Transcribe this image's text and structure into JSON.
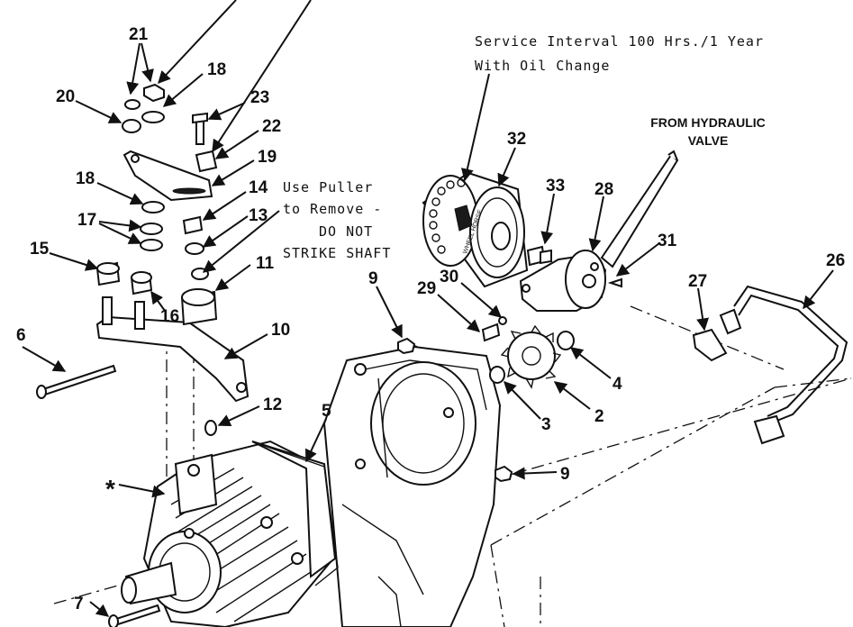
{
  "notes": {
    "service_line1": "Service Interval 100 Hrs./1 Year",
    "service_line2": "With Oil Change",
    "puller_line1": "Use Puller",
    "puller_line2": "to Remove -",
    "puller_line3": "DO NOT",
    "puller_line4": "STRIKE SHAFT",
    "from_line1": "FROM HYDRAULIC",
    "from_line2": "VALVE"
  },
  "filter_brand": "WHEEL HORSE",
  "callouts": {
    "c21": "21",
    "c18a": "18",
    "c20": "20",
    "c23": "23",
    "c22": "22",
    "c19": "19",
    "c18b": "18",
    "c14": "14",
    "c17": "17",
    "c13": "13",
    "c15": "15",
    "c11": "11",
    "c16": "16",
    "c10": "10",
    "c6": "6",
    "c12": "12",
    "c5": "5",
    "c9a": "9",
    "c9b": "9",
    "c7": "7",
    "c32": "32",
    "c33": "33",
    "c28": "28",
    "c31": "31",
    "c30": "30",
    "c29": "29",
    "c4": "4",
    "c3": "3",
    "c2": "2",
    "c27": "27",
    "c26": "26",
    "cstar": "*"
  }
}
